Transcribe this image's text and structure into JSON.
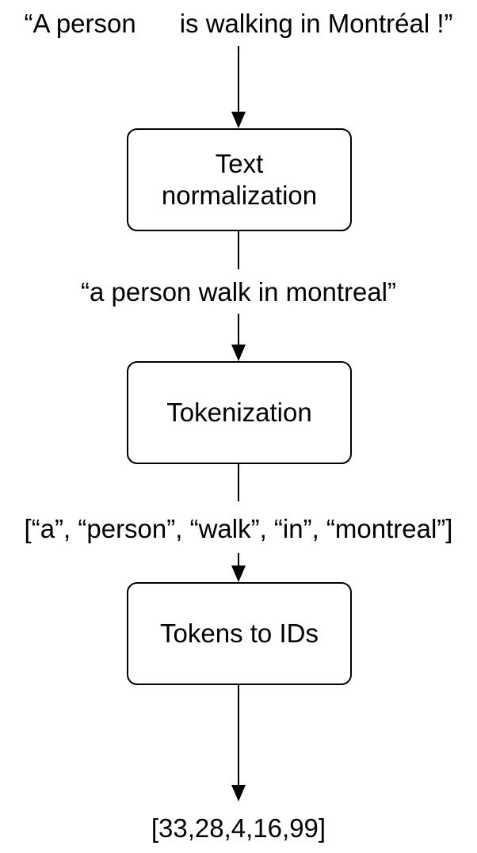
{
  "colors": {
    "background": "#ffffff",
    "stroke": "#000000",
    "text": "#000000",
    "box_fill": "#ffffff"
  },
  "pipeline": {
    "input_text": "“A person      is walking in Montréal !”",
    "stages": [
      {
        "label": "Text\nnormalization",
        "output_text": "“a person walk in montreal”"
      },
      {
        "label": "Tokenization",
        "output_text": "[“a”, “person”, “walk”, “in”, “montreal”]"
      },
      {
        "label": "Tokens to IDs",
        "output_text": "[33,28,4,16,99]"
      }
    ]
  }
}
